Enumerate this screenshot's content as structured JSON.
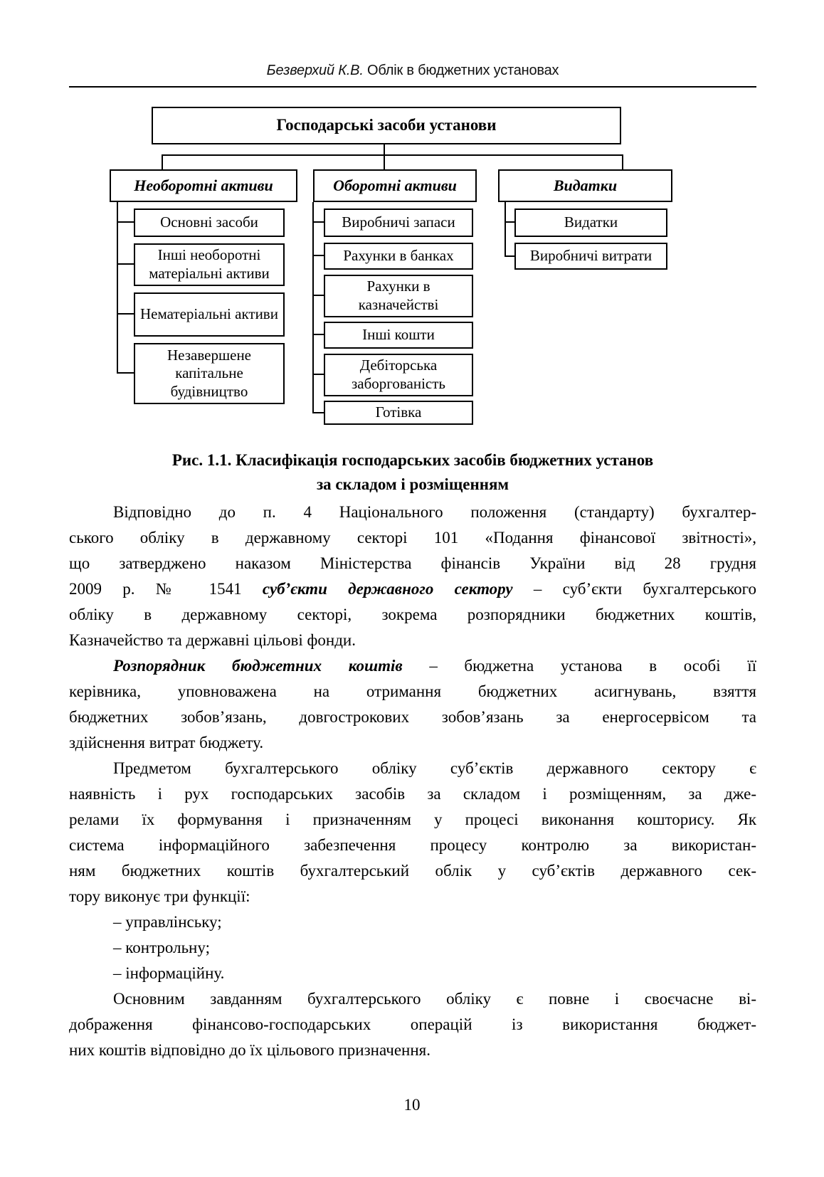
{
  "header": {
    "author": "Безверхий К.В.",
    "title": " Облік в бюджетних установах"
  },
  "diagram": {
    "root": "Господарські засоби установи",
    "branches": [
      {
        "label": "Необоротні активи",
        "children": [
          "Основні засоби",
          "Інші необоротні матеріальні активи",
          "Нематеріальні активи",
          "Незавершене капітальне будівництво"
        ]
      },
      {
        "label": "Оборотні активи",
        "children": [
          "Виробничі запаси",
          "Рахунки в банках",
          "Рахунки в казначействі",
          "Інші кошти",
          "Дебіторська заборгованість",
          "Готівка"
        ]
      },
      {
        "label": "Видатки",
        "children": [
          "Видатки",
          "Виробничі витрати"
        ]
      }
    ],
    "caption_line1": "Рис. 1.1. Класифікація господарських засобів бюджетних установ",
    "caption_line2": "за складом і розміщенням"
  },
  "body": {
    "paragraphs": [
      {
        "lines": [
          [
            {
              "t": "Відповідно до п. 4 Національного положення (стандарту) бухгалтер-"
            }
          ],
          [
            {
              "t": "ського обліку в державному секторі 101 «Подання фінансової звітності»,"
            }
          ],
          [
            {
              "t": "що затверджено наказом Міністерства фінансів України від 28 грудня"
            }
          ],
          [
            {
              "t": "2009 р. № 1541 "
            },
            {
              "t": "суб’єкти державного сектору",
              "bi": true
            },
            {
              "t": " – суб’єкти бухгалтерського"
            }
          ],
          [
            {
              "t": "обліку в державному секторі, зокрема розпорядники бюджетних коштів,"
            }
          ],
          [
            {
              "t": "Казначейство та державні цільові фонди."
            }
          ]
        ]
      },
      {
        "lines": [
          [
            {
              "t": "Розпорядник бюджетних коштів",
              "bi": true
            },
            {
              "t": " – бюджетна установа в особі її"
            }
          ],
          [
            {
              "t": "керівника, уповноважена на отримання бюджетних асигнувань, взяття"
            }
          ],
          [
            {
              "t": "бюджетних зобов’язань, довгострокових зобов’язань за енергосервісом та"
            }
          ],
          [
            {
              "t": "здійснення витрат бюджету."
            }
          ]
        ]
      },
      {
        "lines": [
          [
            {
              "t": "Предметом бухгалтерського обліку суб’єктів державного сектору є"
            }
          ],
          [
            {
              "t": "наявність і рух господарських засобів за складом і розміщенням, за дже-"
            }
          ],
          [
            {
              "t": "релами їх формування і призначенням у процесі виконання кошторису. Як"
            }
          ],
          [
            {
              "t": "система інформаційного забезпечення процесу контролю за використан-"
            }
          ],
          [
            {
              "t": "ням бюджетних коштів бухгалтерський облік у суб’єктів державного сек-"
            }
          ],
          [
            {
              "t": "тору виконує три функції:"
            }
          ]
        ]
      },
      {
        "lines": [
          [
            {
              "t": "– управлінську;"
            }
          ]
        ]
      },
      {
        "lines": [
          [
            {
              "t": "– контрольну;"
            }
          ]
        ]
      },
      {
        "lines": [
          [
            {
              "t": "– інформаційну."
            }
          ]
        ]
      },
      {
        "lines": [
          [
            {
              "t": "Основним завданням бухгалтерського обліку є повне і своєчасне ві-"
            }
          ],
          [
            {
              "t": "дображення фінансово-господарських операцій із використання бюджет-"
            }
          ],
          [
            {
              "t": "них коштів відповідно до їх цільового призначення."
            }
          ]
        ]
      }
    ]
  },
  "page": {
    "number": "10"
  }
}
